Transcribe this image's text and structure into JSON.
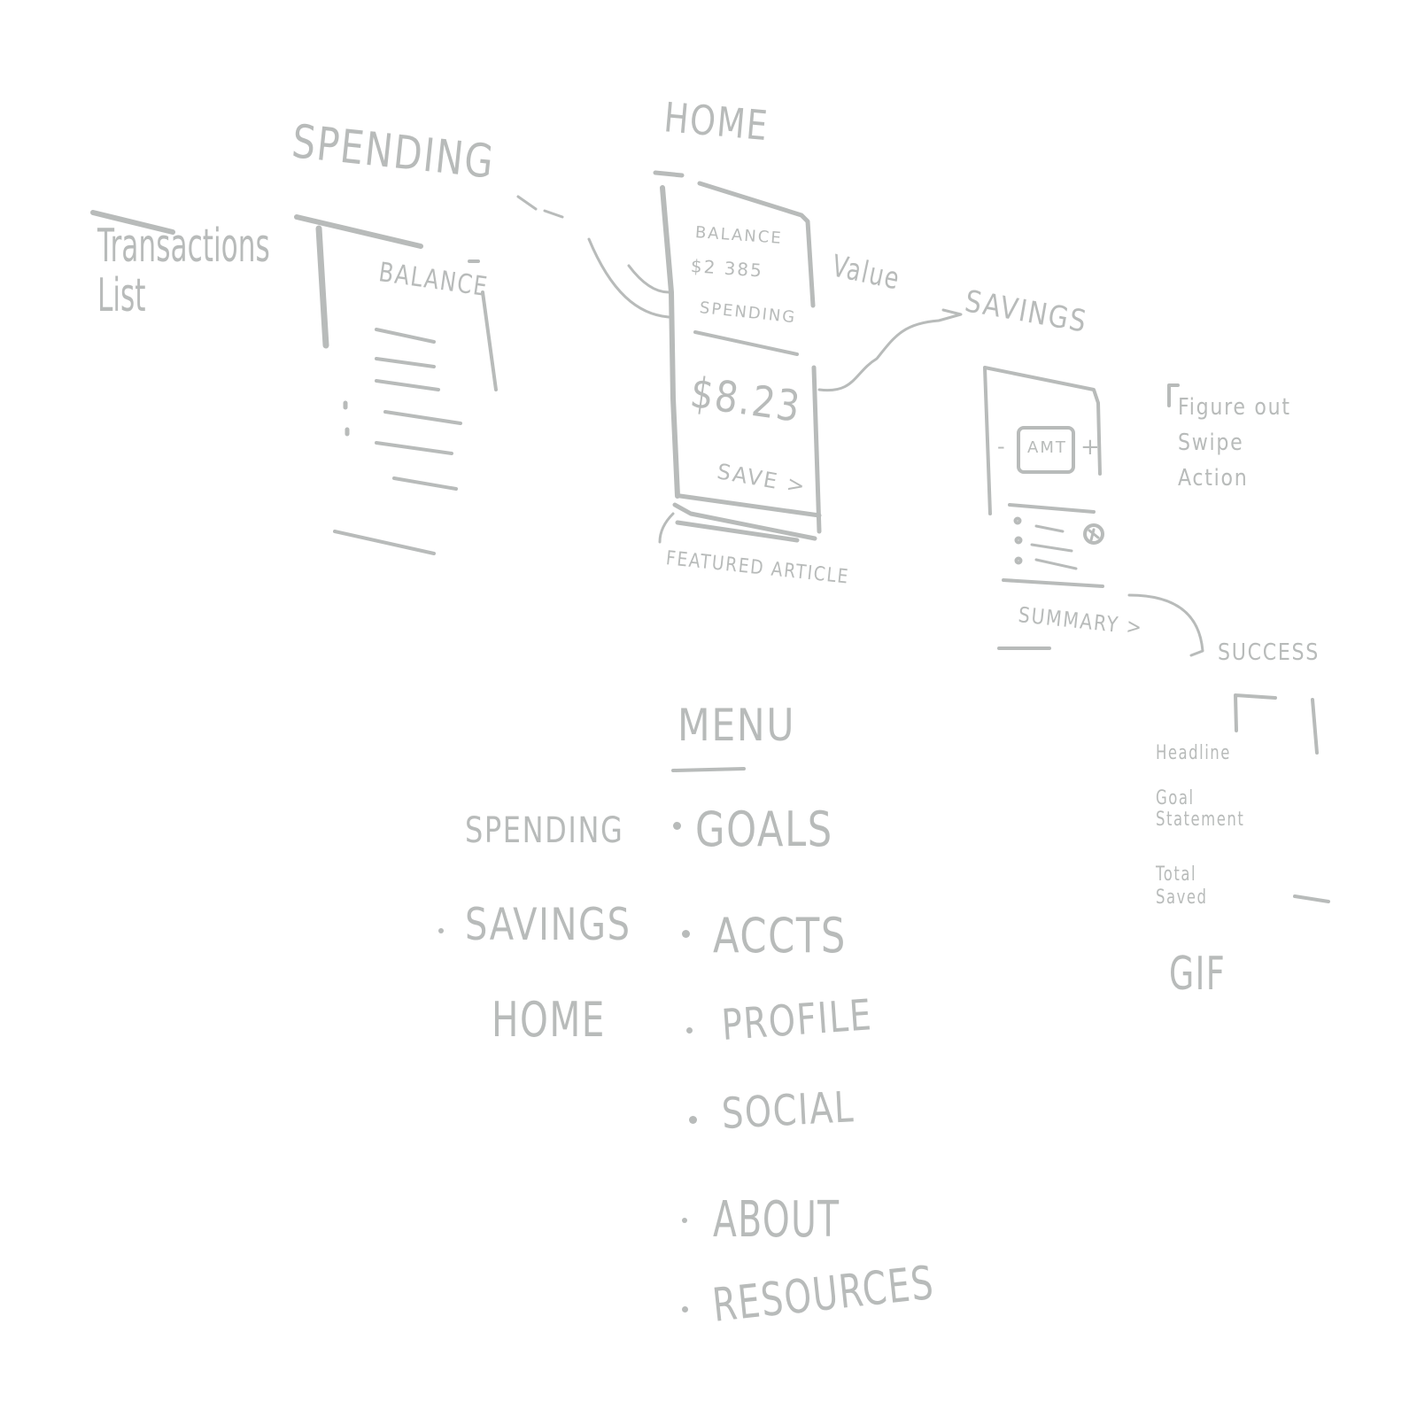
{
  "spending_screen": {
    "title": "Spending",
    "side_label": "Transactions List",
    "balance_label": "Balance"
  },
  "home_screen": {
    "title": "Home",
    "balance_label": "Balance",
    "balance_value": "$2 385",
    "spending_label": "Spending",
    "save_amount": "$8.23",
    "save_button": "Save >",
    "featured_label": "Featured Article",
    "value_note": "Value"
  },
  "savings_screen": {
    "title": "Savings",
    "minus": "-",
    "amount_label": "AMT",
    "plus": "+",
    "note": "Figure out Swipe Action",
    "summary_button": "Summary >"
  },
  "success_screen": {
    "title": "Success",
    "items": [
      "Headline",
      "Goal Statement",
      "Total Saved",
      "GIF"
    ]
  },
  "menu": {
    "title": "Menu",
    "left_items": [
      "Spending",
      "Savings",
      "Home"
    ],
    "right_items": [
      "Goals",
      "Accts",
      "Profile",
      "Social",
      "About",
      "Resources"
    ]
  },
  "colors": {
    "ink": "#b8bbba",
    "background": "#ffffff"
  }
}
